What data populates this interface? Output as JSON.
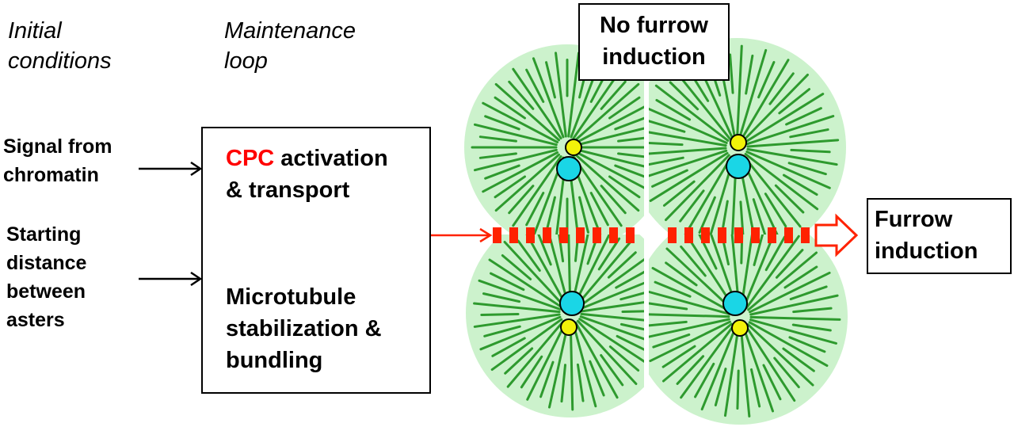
{
  "headers": {
    "initial": "Initial\nconditions",
    "maintenance": "Maintenance\nloop"
  },
  "inputs": {
    "signal": "Signal from\nchromatin",
    "distance": "Starting\ndistance\nbetween\nasters"
  },
  "loop_box": {
    "cpc": "CPC",
    "activation": " activation\n& transport",
    "microtubule": "Microtubule\nstabilization &\nbundling"
  },
  "labels": {
    "no_furrow": "No furrow\ninduction",
    "furrow": "Furrow\ninduction"
  },
  "colors": {
    "aster_fill": "#ccf2cc",
    "microtubule": "#2e9a2e",
    "centrosome_yellow": "#f2f20a",
    "centrosome_cyan": "#1ad6e6",
    "signal_red": "#ff2200",
    "cpc_red": "#ff0000"
  }
}
